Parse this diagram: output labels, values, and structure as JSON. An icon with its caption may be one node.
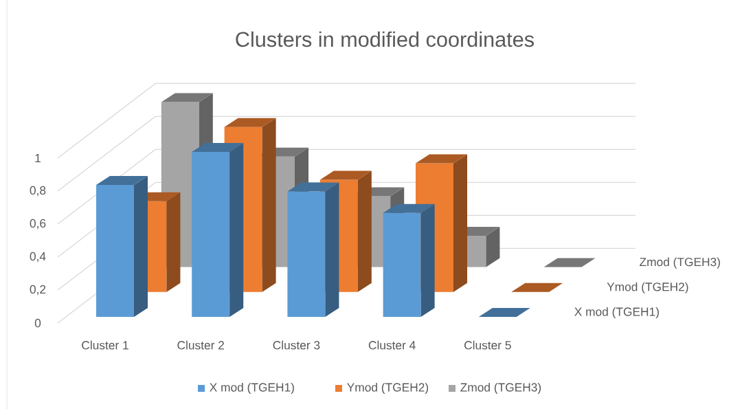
{
  "diagram": {
    "title": "Clusters in modified coordinates",
    "labels": [
      "1",
      "0,8",
      "0,6",
      "0,4",
      "0,2",
      "0",
      "Zmod (TGEH3)",
      "Ymod (TGEH2)",
      "X mod (TGEH1)",
      "Cluster 1",
      "Cluster 2",
      "Cluster 3",
      "Cluster 4",
      "Cluster 5"
    ],
    "legend": [
      {
        "text": "X mod (TGEH1)",
        "color": "#5b9bd5"
      },
      {
        "text": "Ymod (TGEH2)",
        "color": "#ed7d31"
      },
      {
        "text": "Zmod (TGEH3)",
        "color": "#a5a5a5"
      }
    ]
  }
}
